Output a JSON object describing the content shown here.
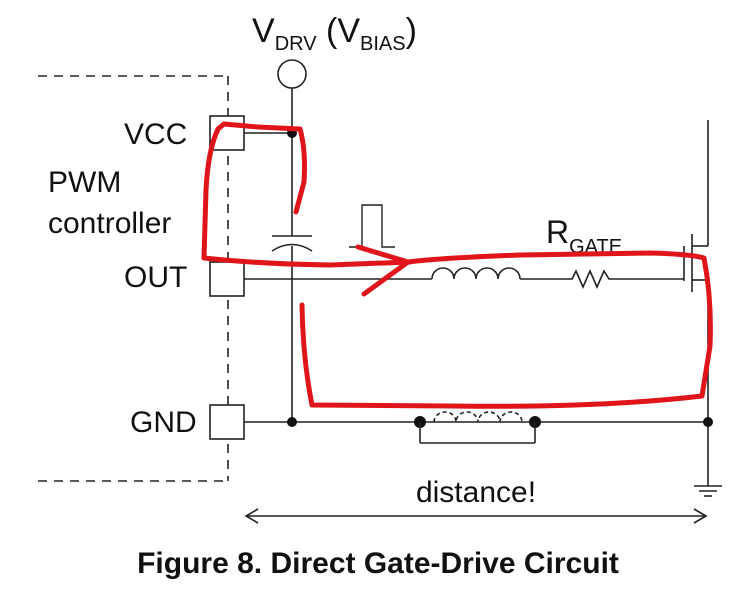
{
  "supply": {
    "main": "V",
    "sub": "DRV",
    "open_paren": " (V",
    "sub2": "BIAS",
    "close_paren": ")"
  },
  "controller": {
    "name_line1": "PWM",
    "name_line2": "controller",
    "pins": {
      "vcc": "VCC",
      "out": "OUT",
      "gnd": "GND"
    }
  },
  "resistor": {
    "main": "R",
    "sub": "GATE"
  },
  "distance_label": "distance!",
  "caption": "Figure 8. Direct Gate-Drive Circuit",
  "colors": {
    "wire": "#222222",
    "current_loop": "#e0141b"
  }
}
